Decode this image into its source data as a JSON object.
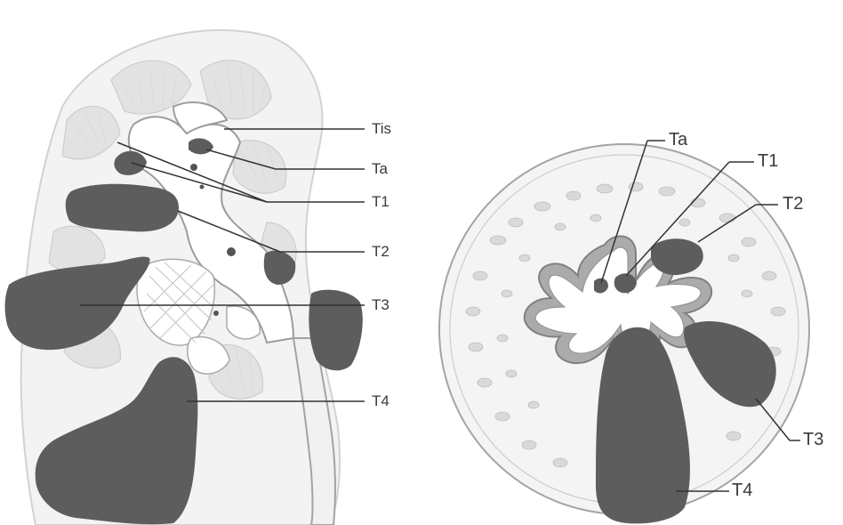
{
  "colors": {
    "tumor": "#5d5d5d",
    "line": "#333333",
    "tissue_light": "#ececec",
    "tissue_stroke": "#b8b8b8",
    "mucosa": "#9a9a9a",
    "background": "#ffffff"
  },
  "left_panel": {
    "labels": {
      "tis": "Tis",
      "ta": "Ta",
      "t1": "T1",
      "t2": "T2",
      "t3": "T3",
      "t4": "T4"
    }
  },
  "right_panel": {
    "labels": {
      "ta": "Ta",
      "t1": "T1",
      "t2": "T2",
      "t3": "T3",
      "t4": "T4"
    }
  }
}
